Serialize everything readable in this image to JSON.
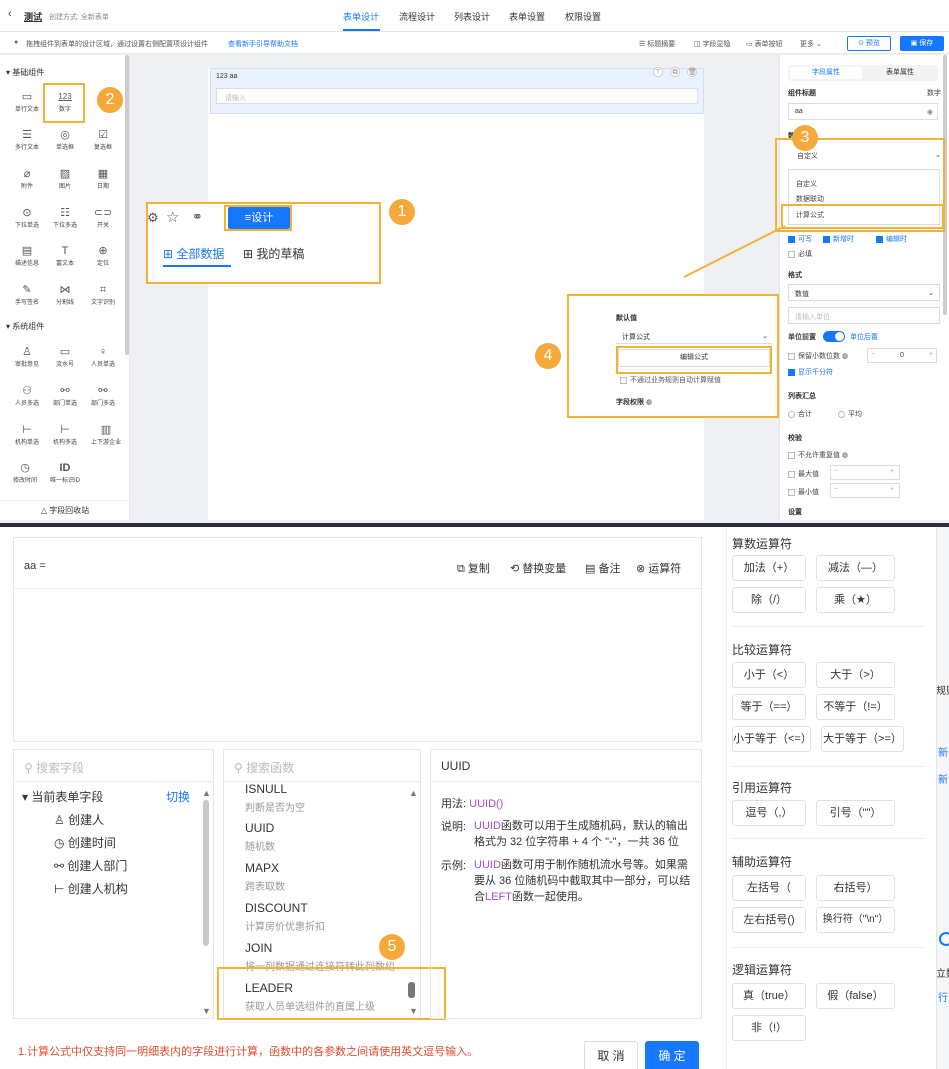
{
  "topbar": {
    "back_title": "测试",
    "creator": "创建方式: 全新表单",
    "tabs": [
      "表单设计",
      "流程设计",
      "列表设计",
      "表单设置",
      "权限设置"
    ],
    "active_tab": "表单设计"
  },
  "tipbar": {
    "tip": "拖拽组件到表单的设计区域，通过设置右侧配置项设计组件",
    "link": "查看新手引导帮助文档",
    "tools": [
      "标题摘要",
      "字段显隐",
      "表单按钮",
      "更多"
    ],
    "preview_label": "预览",
    "save_label": "保存"
  },
  "left_panel": {
    "basic_section": "基础组件",
    "basic_components": [
      "单行文本",
      "数字",
      "多行文本",
      "单选框",
      "复选框",
      "附件",
      "图片",
      "日期",
      "下拉单选",
      "下拉多选",
      "开关",
      "描述信息",
      "富文本",
      "定位",
      "手写签名",
      "分割线",
      "文字识别"
    ],
    "system_section": "系统组件",
    "system_components": [
      "审批意见",
      "流水号",
      "人员单选",
      "人员多选",
      "部门单选",
      "部门多选",
      "机构单选",
      "机构多选",
      "上下游企业",
      "修改时间",
      "唯一标识ID"
    ],
    "recycle": "字段回收站"
  },
  "canvas": {
    "field_label": "123 aa",
    "field_placeholder": "请输入"
  },
  "callout1": {
    "design_label": "设计",
    "tab_all": "全部数据",
    "tab_draft": "我的草稿"
  },
  "callout4": {
    "default_label": "默认值",
    "select_value": "计算公式",
    "edit_formula": "编辑公式",
    "auto_calc": "不通过业务规则自动计算赋值",
    "field_perm": "字段权限"
  },
  "right_panel": {
    "tabs": [
      "字段属性",
      "表单属性"
    ],
    "title_label": "组件标题",
    "title_type": "数字",
    "title_value": "aa",
    "data_label": "数",
    "data_select": "自定义",
    "data_options": [
      "自定义",
      "数据联动",
      "计算公式"
    ],
    "perms": [
      "可写",
      "新增时",
      "编辑时"
    ],
    "required": "必填",
    "format_label": "格式",
    "format_value": "数值",
    "unit_placeholder": "请输入单位",
    "unit_front": "单位前置",
    "unit_back": "单位后置",
    "decimal_label": "保留小数位数",
    "decimal_value": "0",
    "thousands": "显示千分符",
    "summary_label": "列表汇总",
    "summary_options": [
      "合计",
      "平均"
    ],
    "validate_label": "校验",
    "no_dup": "不允许重复值",
    "max_label": "最大值",
    "min_label": "最小值",
    "bottom_label": "设置"
  },
  "badges": [
    "1",
    "2",
    "3",
    "4",
    "5"
  ],
  "formula_editor": {
    "expression": "aa =",
    "tools": [
      "复制",
      "替换变量",
      "备注",
      "运算符"
    ],
    "field_search_placeholder": "搜索字段",
    "func_search_placeholder": "搜索函数",
    "field_group": "当前表单字段",
    "switch_label": "切换",
    "fields": [
      "创建人",
      "创建时间",
      "创建人部门",
      "创建人机构"
    ],
    "functions": [
      {
        "name": "ISNULL",
        "desc": "判断是否为空"
      },
      {
        "name": "UUID",
        "desc": "随机数"
      },
      {
        "name": "MAPX",
        "desc": "跨表取数"
      },
      {
        "name": "DISCOUNT",
        "desc": "计算房价优惠折扣"
      },
      {
        "name": "JOIN",
        "desc": "将一列数据通过连接符转此列数组"
      },
      {
        "name": "LEADER",
        "desc": "获取人员单选组件的直属上级"
      }
    ],
    "detail_title": "UUID",
    "usage_label": "用法:",
    "usage_code": "UUID()",
    "explain_label": "说明:",
    "explain_fn": "UUID",
    "explain_text": "函数可以用于生成随机码，默认的输出格式为 32 位字符串 + 4 个 \"-\"，一共 36 位",
    "example_label": "示例:",
    "example_fn": "UUID",
    "example_text1": "函数可用于制作随机流水号等。如果需要从 36 位随机码中截取其中一部分，可以结合",
    "example_fn2": "LEFT",
    "example_text2": "函数一起使用。",
    "footnote": "1.计算公式中仅支持同一明细表内的字段进行计算，函数中的各参数之间请使用英文逗号输入。",
    "cancel_label": "取 消",
    "confirm_label": "确 定"
  },
  "operators": {
    "arith_title": "算数运算符",
    "arith": [
      "加法（+）",
      "减法（—）",
      "除（/）",
      "乘（★）"
    ],
    "compare_title": "比较运算符",
    "compare": [
      "小于（<）",
      "大于（>）",
      "等于（==）",
      "不等于（!=）",
      "小于等于（<=）",
      "大于等于（>=）"
    ],
    "quote_title": "引用运算符",
    "quote": [
      "逗号（,）",
      "引号（\"\"）"
    ],
    "aux_title": "辅助运算符",
    "aux": [
      "左括号（",
      "右括号）",
      "左右括号()",
      "换行符（\"\\n\"）"
    ],
    "logic_title": "逻辑运算符",
    "logic": [
      "真（true）",
      "假（false）",
      "非（!）"
    ]
  },
  "edge_fragments": [
    "规则",
    "新",
    "新",
    "立数",
    "行"
  ],
  "colors": {
    "accent": "#1677ff",
    "highlight": "#f0b338",
    "badge": "#f4a93a",
    "footnote": "#e34d2f",
    "function": "#a64bd9"
  }
}
